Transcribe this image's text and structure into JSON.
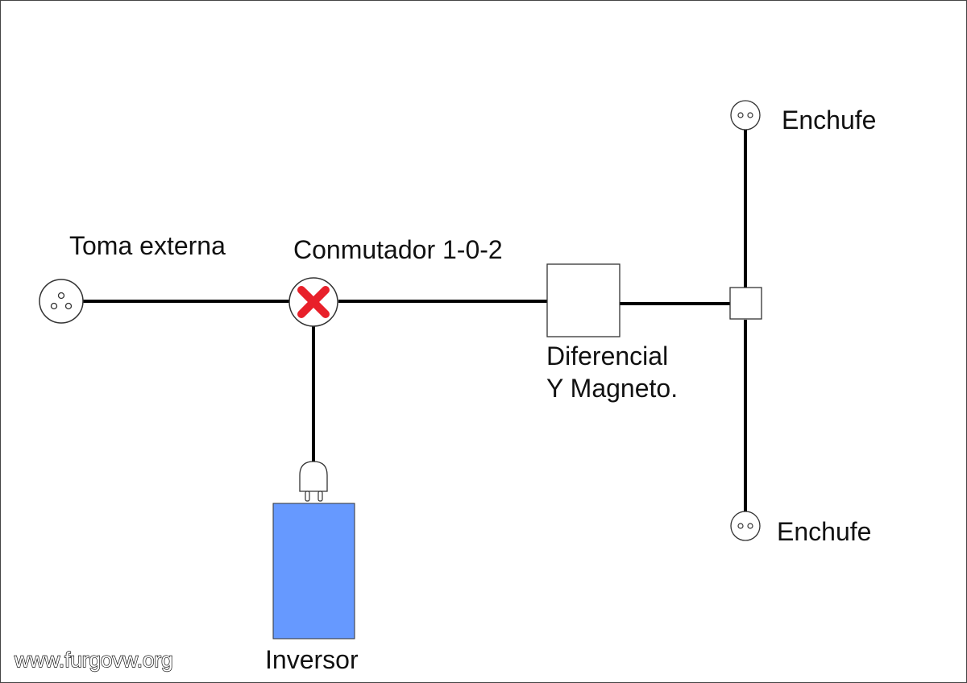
{
  "labels": {
    "external_outlet": "Toma externa",
    "switch": "Conmutador 1-0-2",
    "breaker_line1": "Diferencial",
    "breaker_line2": "Y Magneto.",
    "socket_top": "Enchufe",
    "socket_bottom": "Enchufe",
    "inverter": "Inversor",
    "watermark": "www.furgovw.org"
  },
  "colors": {
    "wire": "#000000",
    "inverter_fill": "#6699ff",
    "switch_mark": "#e8202a",
    "component_stroke": "#333333"
  },
  "icons": {
    "external_outlet": "three-pin-socket-icon",
    "switch": "red-x-switch-icon",
    "plug": "plug-icon",
    "socket": "two-pin-socket-icon"
  }
}
